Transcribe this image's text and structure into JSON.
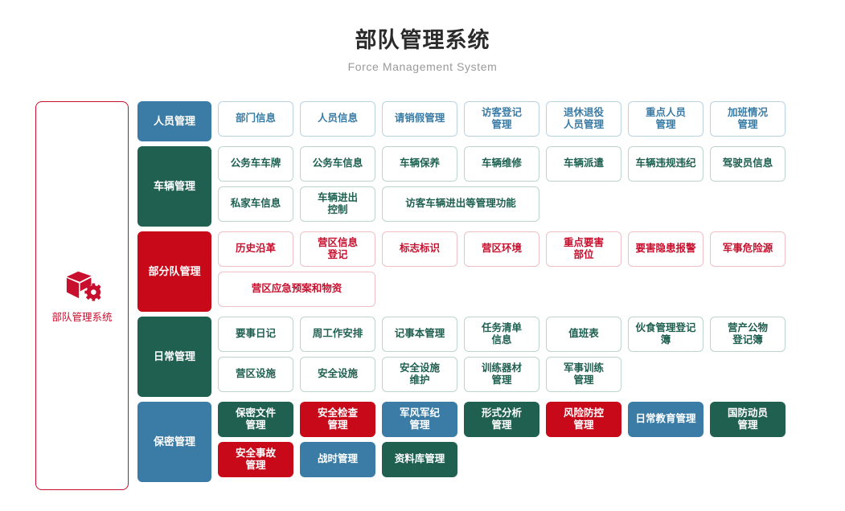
{
  "header": {
    "title": "部队管理系统",
    "subtitle": "Force Management System"
  },
  "sidebar": {
    "logo_icon": "cube-gear-icon",
    "label": "部队管理系统",
    "accent_color": "#c8102e"
  },
  "colors": {
    "blue": "#3a7ca5",
    "green": "#1f6050",
    "red": "#c8091a",
    "blue_border": "#b9d2e2",
    "green_border": "#bed5ce",
    "red_border": "#efc0c6"
  },
  "categories": [
    {
      "label": "人员管理",
      "color": "blue",
      "badge_height": 44,
      "items": [
        {
          "label": "部门信息",
          "style": "outline",
          "color": "blue",
          "wide": false
        },
        {
          "label": "人员信息",
          "style": "outline",
          "color": "blue",
          "wide": false
        },
        {
          "label": "请销假管理",
          "style": "outline",
          "color": "blue",
          "wide": false
        },
        {
          "label": "访客登记\n管理",
          "style": "outline",
          "color": "blue",
          "wide": false
        },
        {
          "label": "退休退役\n人员管理",
          "style": "outline",
          "color": "blue",
          "wide": false
        },
        {
          "label": "重点人员\n管理",
          "style": "outline",
          "color": "blue",
          "wide": false
        },
        {
          "label": "加班情况\n管理",
          "style": "outline",
          "color": "blue",
          "wide": false
        }
      ]
    },
    {
      "label": "车辆管理",
      "color": "green",
      "badge_height": 94,
      "items": [
        {
          "label": "公务车车牌",
          "style": "outline",
          "color": "green",
          "wide": false
        },
        {
          "label": "公务车信息",
          "style": "outline",
          "color": "green",
          "wide": false
        },
        {
          "label": "车辆保养",
          "style": "outline",
          "color": "green",
          "wide": false
        },
        {
          "label": "车辆维修",
          "style": "outline",
          "color": "green",
          "wide": false
        },
        {
          "label": "车辆派遣",
          "style": "outline",
          "color": "green",
          "wide": false
        },
        {
          "label": "车辆违规违纪",
          "style": "outline",
          "color": "green",
          "wide": false
        },
        {
          "label": "驾驶员信息",
          "style": "outline",
          "color": "green",
          "wide": false
        },
        {
          "label": "私家车信息",
          "style": "outline",
          "color": "green",
          "wide": false
        },
        {
          "label": "车辆进出\n控制",
          "style": "outline",
          "color": "green",
          "wide": false
        },
        {
          "label": "访客车辆进出等管理功能",
          "style": "outline",
          "color": "green",
          "wide": true
        }
      ]
    },
    {
      "label": "部分队管理",
      "color": "red",
      "badge_height": 94,
      "items": [
        {
          "label": "历史沿革",
          "style": "outline",
          "color": "red",
          "wide": false
        },
        {
          "label": "营区信息\n登记",
          "style": "outline",
          "color": "red",
          "wide": false
        },
        {
          "label": "标志标识",
          "style": "outline",
          "color": "red",
          "wide": false
        },
        {
          "label": "营区环境",
          "style": "outline",
          "color": "red",
          "wide": false
        },
        {
          "label": "重点要害\n部位",
          "style": "outline",
          "color": "red",
          "wide": false
        },
        {
          "label": "要害隐患报警",
          "style": "outline",
          "color": "red",
          "wide": false
        },
        {
          "label": "军事危险源",
          "style": "outline",
          "color": "red",
          "wide": false
        },
        {
          "label": "营区应急预案和物资",
          "style": "outline",
          "color": "red",
          "wide": true
        }
      ]
    },
    {
      "label": "日常管理",
      "color": "green",
      "badge_height": 94,
      "items": [
        {
          "label": "要事日记",
          "style": "outline",
          "color": "green",
          "wide": false
        },
        {
          "label": "周工作安排",
          "style": "outline",
          "color": "green",
          "wide": false
        },
        {
          "label": "记事本管理",
          "style": "outline",
          "color": "green",
          "wide": false
        },
        {
          "label": "任务清单\n信息",
          "style": "outline",
          "color": "green",
          "wide": false
        },
        {
          "label": "值班表",
          "style": "outline",
          "color": "green",
          "wide": false
        },
        {
          "label": "伙食管理登记簿",
          "style": "outline",
          "color": "green",
          "wide": false
        },
        {
          "label": "营产公物\n登记簿",
          "style": "outline",
          "color": "green",
          "wide": false
        },
        {
          "label": "营区设施",
          "style": "outline",
          "color": "green",
          "wide": false
        },
        {
          "label": "安全设施",
          "style": "outline",
          "color": "green",
          "wide": false
        },
        {
          "label": "安全设施\n维护",
          "style": "outline",
          "color": "green",
          "wide": false
        },
        {
          "label": "训练器材\n管理",
          "style": "outline",
          "color": "green",
          "wide": false
        },
        {
          "label": "军事训练\n管理",
          "style": "outline",
          "color": "green",
          "wide": false
        }
      ]
    },
    {
      "label": "保密管理",
      "color": "blue",
      "badge_height": 44,
      "items": [
        {
          "label": "保密文件\n管理",
          "style": "fill",
          "color": "green",
          "wide": false
        },
        {
          "label": "安全检查\n管理",
          "style": "fill",
          "color": "red",
          "wide": false
        },
        {
          "label": "军风军纪\n管理",
          "style": "fill",
          "color": "blue",
          "wide": false
        },
        {
          "label": "形式分析\n管理",
          "style": "fill",
          "color": "green",
          "wide": false
        },
        {
          "label": "风险防控\n管理",
          "style": "fill",
          "color": "red",
          "wide": false
        },
        {
          "label": "日常教育管理",
          "style": "fill",
          "color": "blue",
          "wide": false
        },
        {
          "label": "国防动员\n管理",
          "style": "fill",
          "color": "green",
          "wide": false
        },
        {
          "label": "安全事故\n管理",
          "style": "fill",
          "color": "red",
          "wide": false
        },
        {
          "label": "战时管理",
          "style": "fill",
          "color": "blue",
          "wide": false
        },
        {
          "label": "资料库管理",
          "style": "fill",
          "color": "green",
          "wide": false
        }
      ]
    }
  ]
}
